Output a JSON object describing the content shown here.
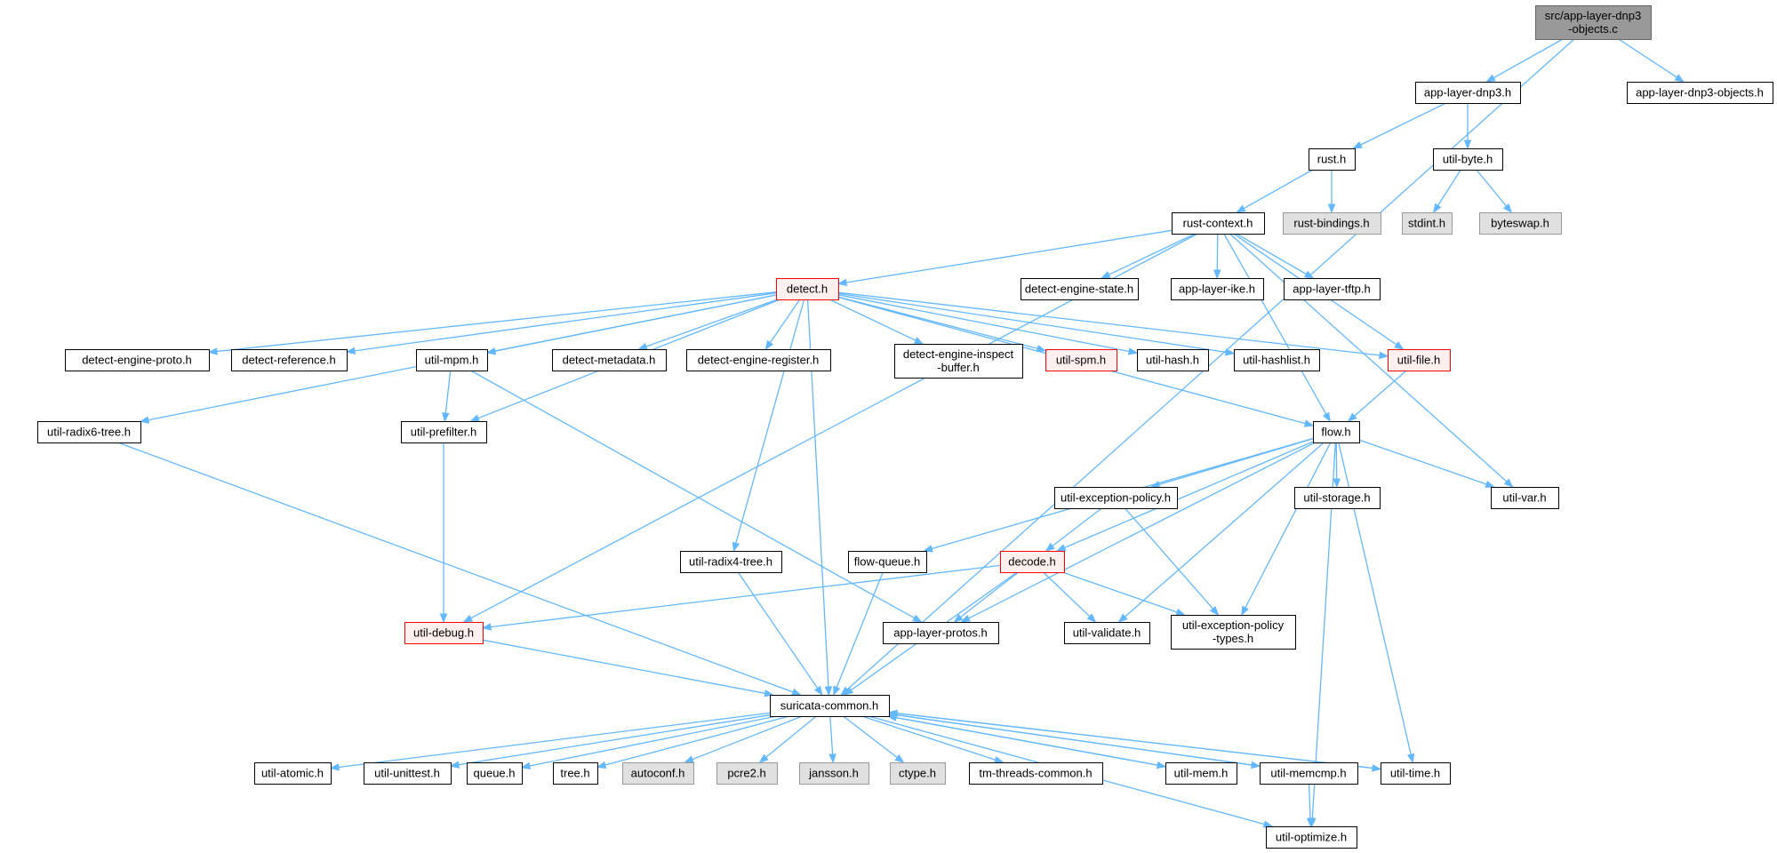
{
  "colors": {
    "edge": "#63b8ff",
    "root_fill": "#999999",
    "root_border": "#666666",
    "linked_fill": "#ffffff",
    "linked_border": "#000000",
    "external_fill": "#e0e0e0",
    "external_border": "#999999",
    "truncated_fill": "#fff0f0",
    "truncated_border": "#ff0000"
  },
  "nodes": [
    {
      "id": "root",
      "lines": [
        "src/app-layer-dnp3",
        "-objects.c"
      ],
      "style": "root"
    },
    {
      "id": "dnp3",
      "lines": [
        "app-layer-dnp3.h"
      ],
      "style": "linked"
    },
    {
      "id": "dnp3obj",
      "lines": [
        "app-layer-dnp3-objects.h"
      ],
      "style": "linked"
    },
    {
      "id": "rust",
      "lines": [
        "rust.h"
      ],
      "style": "linked"
    },
    {
      "id": "utilbyte",
      "lines": [
        "util-byte.h"
      ],
      "style": "linked"
    },
    {
      "id": "rustbind",
      "lines": [
        "rust-bindings.h"
      ],
      "style": "external"
    },
    {
      "id": "stdint",
      "lines": [
        "stdint.h"
      ],
      "style": "external"
    },
    {
      "id": "byteswap",
      "lines": [
        "byteswap.h"
      ],
      "style": "external"
    },
    {
      "id": "rustctx",
      "lines": [
        "rust-context.h"
      ],
      "style": "linked"
    },
    {
      "id": "detect",
      "lines": [
        "detect.h"
      ],
      "style": "truncated"
    },
    {
      "id": "destate",
      "lines": [
        "detect-engine-state.h"
      ],
      "style": "linked"
    },
    {
      "id": "ike",
      "lines": [
        "app-layer-ike.h"
      ],
      "style": "linked"
    },
    {
      "id": "tftp",
      "lines": [
        "app-layer-tftp.h"
      ],
      "style": "linked"
    },
    {
      "id": "deproto",
      "lines": [
        "detect-engine-proto.h"
      ],
      "style": "linked"
    },
    {
      "id": "dref",
      "lines": [
        "detect-reference.h"
      ],
      "style": "linked"
    },
    {
      "id": "umpm",
      "lines": [
        "util-mpm.h"
      ],
      "style": "linked"
    },
    {
      "id": "dmeta",
      "lines": [
        "detect-metadata.h"
      ],
      "style": "linked"
    },
    {
      "id": "dereg",
      "lines": [
        "detect-engine-register.h"
      ],
      "style": "linked"
    },
    {
      "id": "deinsp",
      "lines": [
        "detect-engine-inspect",
        "-buffer.h"
      ],
      "style": "linked"
    },
    {
      "id": "uspm",
      "lines": [
        "util-spm.h"
      ],
      "style": "truncated"
    },
    {
      "id": "uhash",
      "lines": [
        "util-hash.h"
      ],
      "style": "linked"
    },
    {
      "id": "uhashlist",
      "lines": [
        "util-hashlist.h"
      ],
      "style": "linked"
    },
    {
      "id": "ufile",
      "lines": [
        "util-file.h"
      ],
      "style": "truncated"
    },
    {
      "id": "urad6",
      "lines": [
        "util-radix6-tree.h"
      ],
      "style": "linked"
    },
    {
      "id": "upref",
      "lines": [
        "util-prefilter.h"
      ],
      "style": "linked"
    },
    {
      "id": "flow",
      "lines": [
        "flow.h"
      ],
      "style": "linked"
    },
    {
      "id": "uexc",
      "lines": [
        "util-exception-policy.h"
      ],
      "style": "linked"
    },
    {
      "id": "ustor",
      "lines": [
        "util-storage.h"
      ],
      "style": "linked"
    },
    {
      "id": "uvar",
      "lines": [
        "util-var.h"
      ],
      "style": "linked"
    },
    {
      "id": "urad4",
      "lines": [
        "util-radix4-tree.h"
      ],
      "style": "linked"
    },
    {
      "id": "fq",
      "lines": [
        "flow-queue.h"
      ],
      "style": "linked"
    },
    {
      "id": "decode",
      "lines": [
        "decode.h"
      ],
      "style": "truncated"
    },
    {
      "id": "udebug",
      "lines": [
        "util-debug.h"
      ],
      "style": "truncated"
    },
    {
      "id": "alp",
      "lines": [
        "app-layer-protos.h"
      ],
      "style": "linked"
    },
    {
      "id": "uval",
      "lines": [
        "util-validate.h"
      ],
      "style": "linked"
    },
    {
      "id": "uexct",
      "lines": [
        "util-exception-policy",
        "-types.h"
      ],
      "style": "linked"
    },
    {
      "id": "sc",
      "lines": [
        "suricata-common.h"
      ],
      "style": "linked"
    },
    {
      "id": "uatomic",
      "lines": [
        "util-atomic.h"
      ],
      "style": "linked"
    },
    {
      "id": "uunit",
      "lines": [
        "util-unittest.h"
      ],
      "style": "linked"
    },
    {
      "id": "queue",
      "lines": [
        "queue.h"
      ],
      "style": "linked"
    },
    {
      "id": "tree",
      "lines": [
        "tree.h"
      ],
      "style": "linked"
    },
    {
      "id": "autoconf",
      "lines": [
        "autoconf.h"
      ],
      "style": "external"
    },
    {
      "id": "pcre2",
      "lines": [
        "pcre2.h"
      ],
      "style": "external"
    },
    {
      "id": "jansson",
      "lines": [
        "jansson.h"
      ],
      "style": "external"
    },
    {
      "id": "ctype",
      "lines": [
        "ctype.h"
      ],
      "style": "external"
    },
    {
      "id": "tmthr",
      "lines": [
        "tm-threads-common.h"
      ],
      "style": "linked"
    },
    {
      "id": "umem",
      "lines": [
        "util-mem.h"
      ],
      "style": "linked"
    },
    {
      "id": "umemcmp",
      "lines": [
        "util-memcmp.h"
      ],
      "style": "linked"
    },
    {
      "id": "utime",
      "lines": [
        "util-time.h"
      ],
      "style": "linked"
    },
    {
      "id": "uopt",
      "lines": [
        "util-optimize.h"
      ],
      "style": "linked"
    }
  ],
  "edges": [
    [
      "root",
      "dnp3"
    ],
    [
      "root",
      "dnp3obj"
    ],
    [
      "root",
      "sc"
    ],
    [
      "dnp3",
      "rust"
    ],
    [
      "dnp3",
      "utilbyte"
    ],
    [
      "rust",
      "rustctx"
    ],
    [
      "rust",
      "rustbind"
    ],
    [
      "utilbyte",
      "stdint"
    ],
    [
      "utilbyte",
      "byteswap"
    ],
    [
      "rustctx",
      "detect"
    ],
    [
      "rustctx",
      "destate"
    ],
    [
      "rustctx",
      "ike"
    ],
    [
      "rustctx",
      "tftp"
    ],
    [
      "rustctx",
      "udebug"
    ],
    [
      "rustctx",
      "ufile"
    ],
    [
      "rustctx",
      "flow"
    ],
    [
      "rustctx",
      "uvar"
    ],
    [
      "detect",
      "deproto"
    ],
    [
      "detect",
      "dref"
    ],
    [
      "detect",
      "umpm"
    ],
    [
      "detect",
      "dmeta"
    ],
    [
      "detect",
      "dereg"
    ],
    [
      "detect",
      "deinsp"
    ],
    [
      "detect",
      "uspm"
    ],
    [
      "detect",
      "uhash"
    ],
    [
      "detect",
      "uhashlist"
    ],
    [
      "detect",
      "ufile"
    ],
    [
      "detect",
      "urad6"
    ],
    [
      "detect",
      "upref"
    ],
    [
      "detect",
      "flow"
    ],
    [
      "detect",
      "urad4"
    ],
    [
      "detect",
      "sc"
    ],
    [
      "umpm",
      "upref"
    ],
    [
      "umpm",
      "alp"
    ],
    [
      "upref",
      "udebug"
    ],
    [
      "ufile",
      "flow"
    ],
    [
      "urad6",
      "sc"
    ],
    [
      "flow",
      "uexc"
    ],
    [
      "flow",
      "ustor"
    ],
    [
      "flow",
      "uvar"
    ],
    [
      "flow",
      "fq"
    ],
    [
      "flow",
      "decode"
    ],
    [
      "flow",
      "alp"
    ],
    [
      "flow",
      "uval"
    ],
    [
      "flow",
      "uexct"
    ],
    [
      "flow",
      "utime"
    ],
    [
      "flow",
      "uopt"
    ],
    [
      "uexc",
      "decode"
    ],
    [
      "uexc",
      "uexct"
    ],
    [
      "decode",
      "udebug"
    ],
    [
      "decode",
      "alp"
    ],
    [
      "decode",
      "uval"
    ],
    [
      "decode",
      "uexct"
    ],
    [
      "decode",
      "sc"
    ],
    [
      "urad4",
      "sc"
    ],
    [
      "fq",
      "sc"
    ],
    [
      "udebug",
      "sc"
    ],
    [
      "sc",
      "uatomic"
    ],
    [
      "sc",
      "uunit"
    ],
    [
      "sc",
      "queue"
    ],
    [
      "sc",
      "tree"
    ],
    [
      "sc",
      "autoconf"
    ],
    [
      "sc",
      "pcre2"
    ],
    [
      "sc",
      "jansson"
    ],
    [
      "sc",
      "ctype"
    ],
    [
      "sc",
      "tmthr"
    ],
    [
      "sc",
      "umem"
    ],
    [
      "sc",
      "umemcmp"
    ],
    [
      "sc",
      "utime"
    ],
    [
      "sc",
      "uopt"
    ],
    [
      "umemcmp",
      "sc"
    ],
    [
      "umemcmp",
      "uopt"
    ],
    [
      "umem",
      "sc"
    ],
    [
      "utime",
      "sc"
    ]
  ]
}
